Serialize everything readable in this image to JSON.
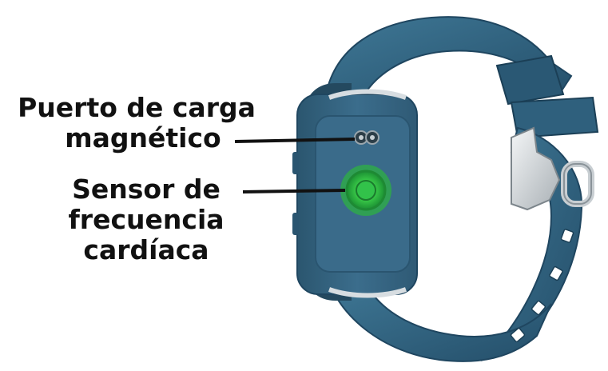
{
  "callouts": {
    "charging_port": {
      "lines": [
        "Puerto de carga",
        "magnético"
      ]
    },
    "heart_rate_sensor": {
      "lines": [
        "Sensor de",
        "frecuencia",
        "cardíaca"
      ]
    }
  },
  "colors": {
    "strap": "#2d5f7c",
    "strap_dark": "#1f4660",
    "strap_light": "#3f7896",
    "case": "#36637f",
    "case_back": "#3a6b8a",
    "sensor_ring": "#3fbf4a",
    "sensor_core": "#22a83a",
    "buckle": "#d9dde0",
    "text": "#111111"
  }
}
